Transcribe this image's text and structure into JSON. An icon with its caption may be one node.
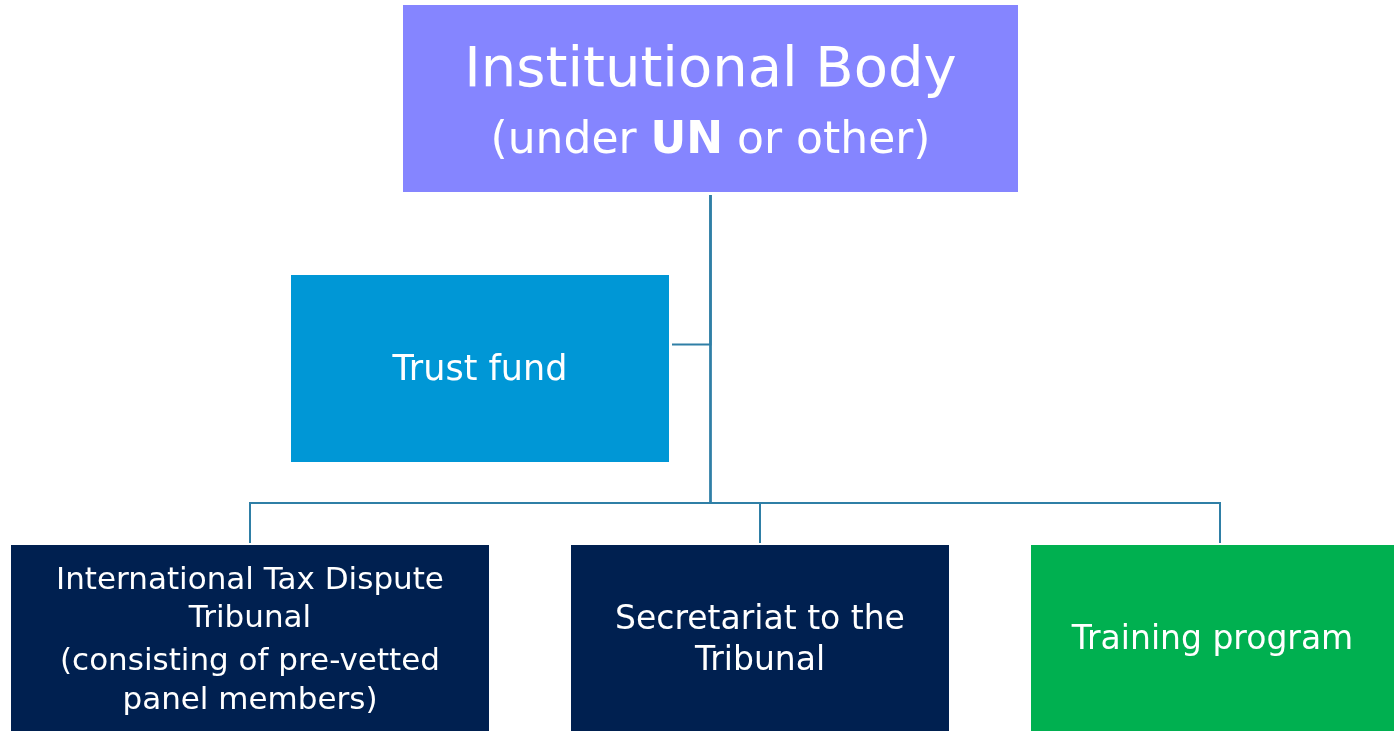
{
  "diagram": {
    "nodes": [
      {
        "text": [
          "Institutional Body",
          "(under **UN** or other)"
        ]
      },
      {
        "text": [
          "Trust fund"
        ]
      },
      {
        "text": [
          "International Tax Dispute Tribunal",
          "(consisting of pre-vetted panel members)"
        ]
      },
      {
        "text": [
          "Secretariat to the Tribunal"
        ]
      },
      {
        "text": [
          "Training program"
        ]
      }
    ],
    "edges": [
      {
        "from": 0,
        "to": 1,
        "arrow": "none"
      },
      {
        "from": 0,
        "to": 2,
        "arrow": "none"
      },
      {
        "from": 0,
        "to": 3,
        "arrow": "none"
      },
      {
        "from": 0,
        "to": 4,
        "arrow": "none"
      }
    ]
  }
}
